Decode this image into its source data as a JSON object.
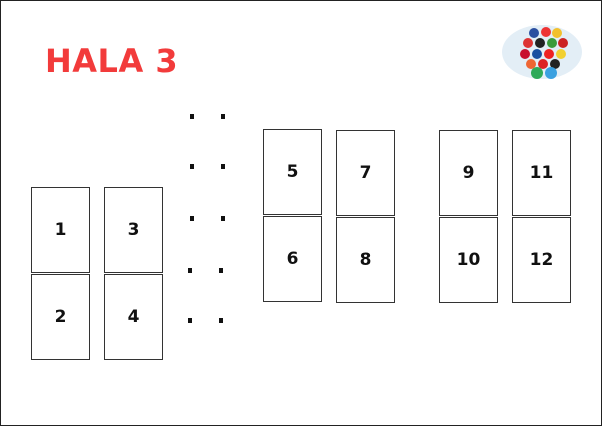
{
  "title": "HALA 3",
  "stands": [
    "1",
    "2",
    "3",
    "4",
    "5",
    "6",
    "7",
    "8",
    "9",
    "10",
    "11",
    "12"
  ],
  "colors": {
    "title": "#f23b3b"
  },
  "logo": {
    "icon": "world-flags-globe-logo"
  }
}
